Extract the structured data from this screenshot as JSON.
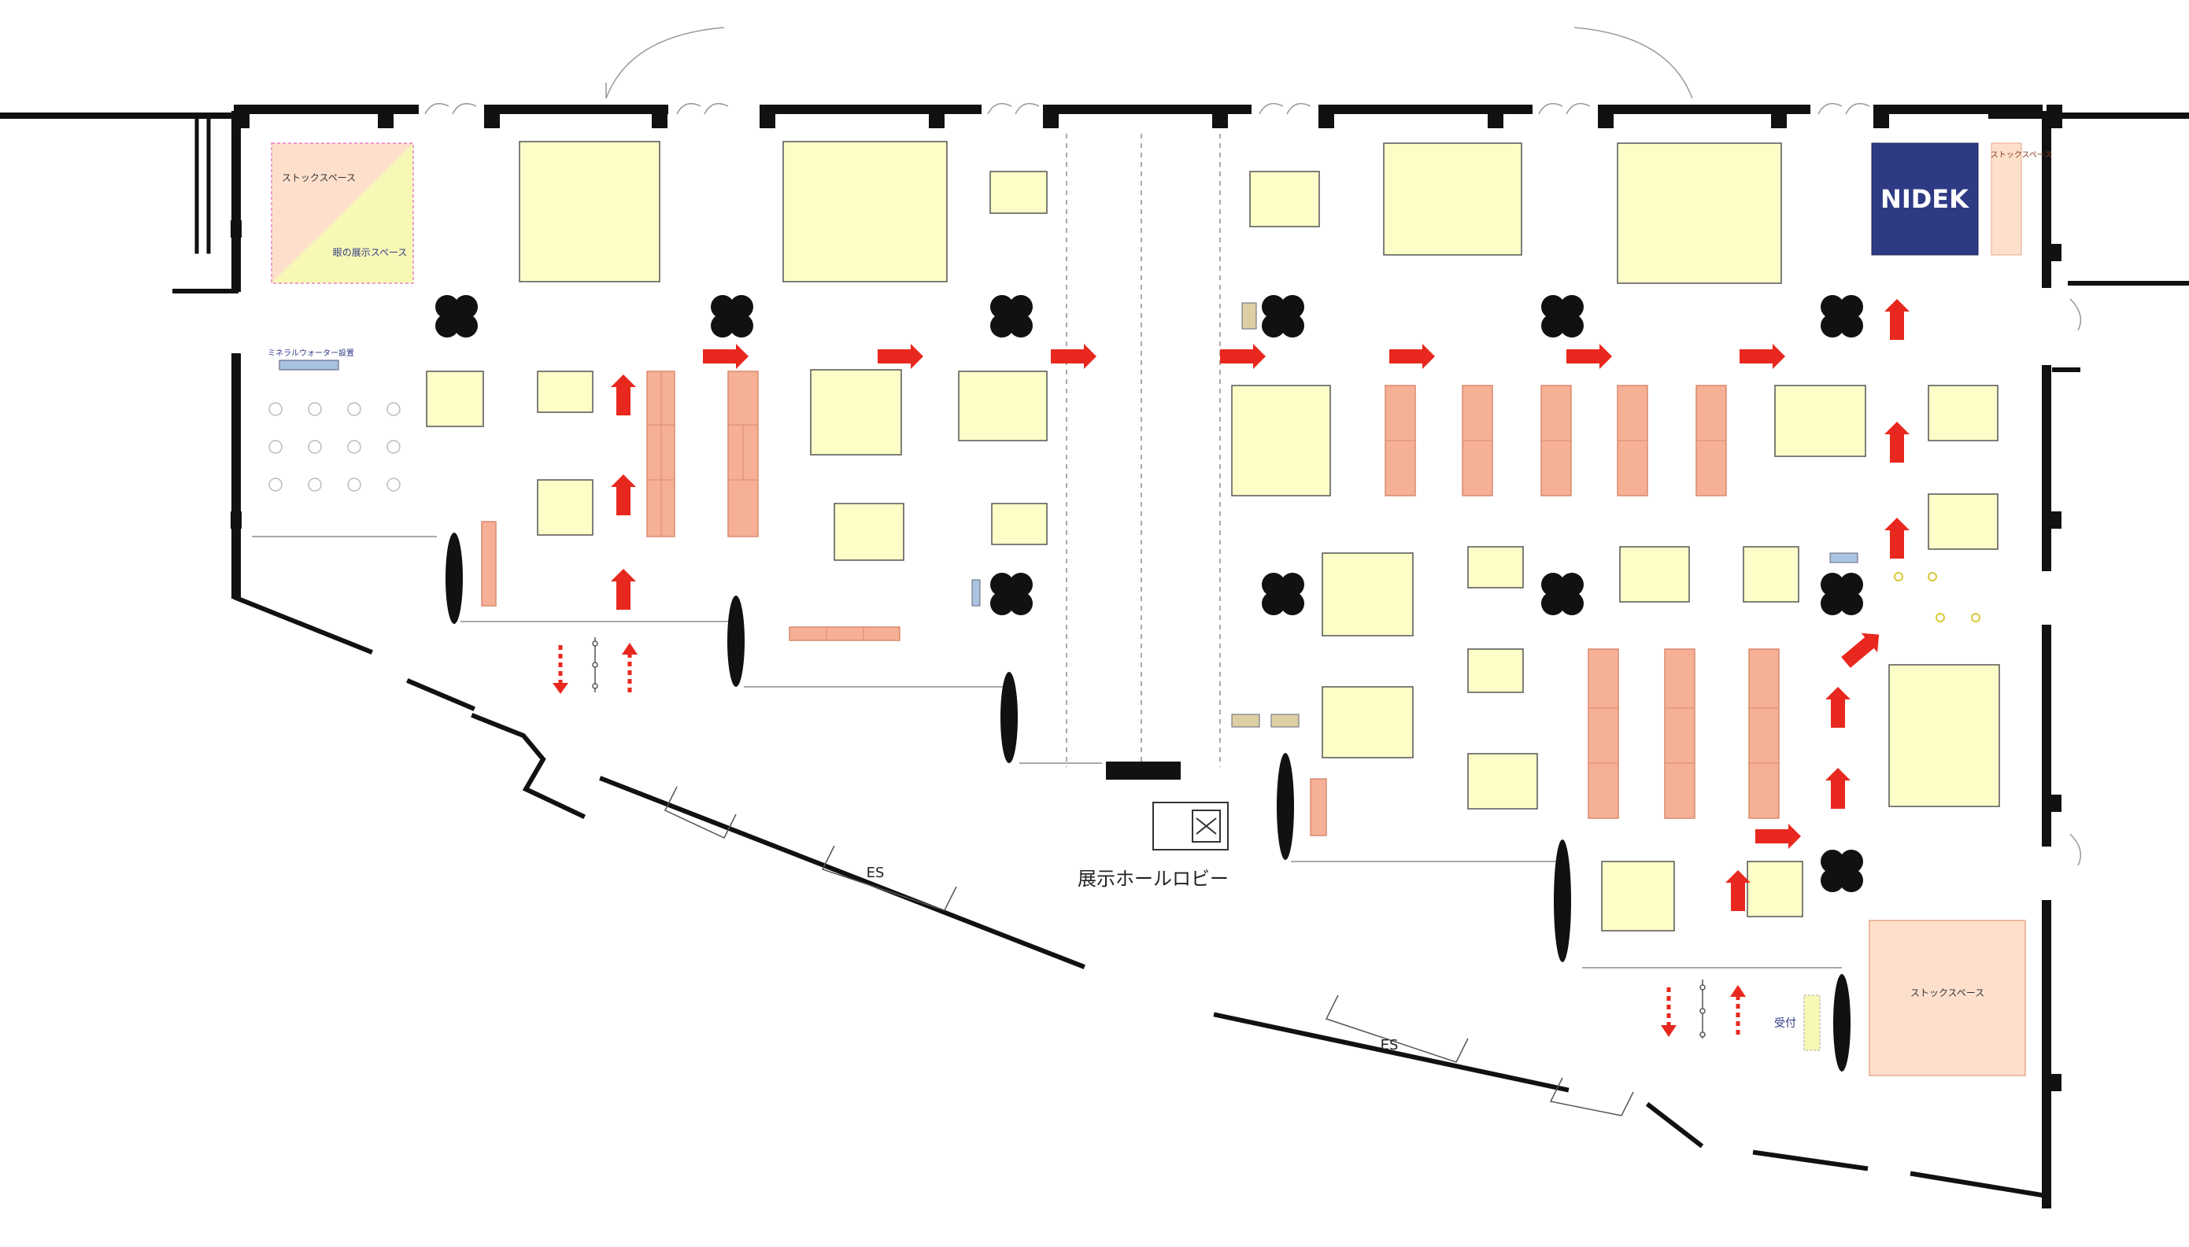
{
  "labels": {
    "stock_space": "ストックスペース",
    "glasses_display": "眼の展示スペース",
    "mineral_water": "ミネラルウォーター設置",
    "stock_space_small": "ストックスペース",
    "brand": "NIDEK",
    "lobby": "展示ホールロビー",
    "escalator_left": "ES",
    "escalator_right": "ES",
    "stock_space_bottom": "ストックスペース",
    "reception": "受付"
  },
  "colors": {
    "booth_fill": "#fdfdc8",
    "table_fill": "#f6b096",
    "arrow_red": "#e8281e",
    "wall": "#111111",
    "brand_fill": "#2e3a84",
    "stock_fill": "#fde0cc",
    "display_fill": "#f8f8b6",
    "info_blue": "#a8c4e0",
    "tan": "#dccfa4"
  }
}
